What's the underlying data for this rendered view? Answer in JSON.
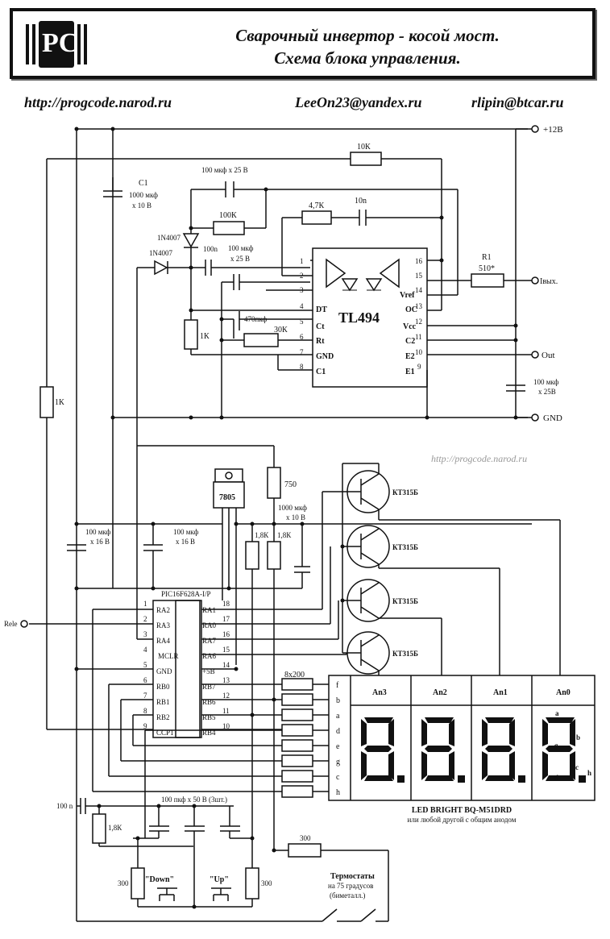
{
  "header": {
    "logo_text": "PC",
    "title_line1": "Сварочный инвертор - косой мост.",
    "title_line2": "Схема блока управления."
  },
  "links": {
    "site": "http://progcode.narod.ru",
    "email1": "LeeOn23@yandex.ru",
    "email2": "rlipin@btcar.ru",
    "watermark": "http://progcode.narod.ru"
  },
  "terminals": {
    "vcc": "+12В",
    "iout": "Iвых.",
    "out": "Out",
    "gnd": "GND",
    "rele": "Rele"
  },
  "tl494": {
    "name": "TL494",
    "pins_left": [
      "1",
      "2",
      "3",
      "4",
      "5",
      "6",
      "7",
      "8"
    ],
    "pins_right": [
      "16",
      "15",
      "14",
      "13",
      "12",
      "11",
      "10",
      "9"
    ],
    "labels_left": [
      "DT",
      "Ct",
      "Rt",
      "GND",
      "C1"
    ],
    "labels_right": [
      "Vref",
      "OC",
      "Vcc",
      "C2",
      "E2",
      "E1"
    ]
  },
  "components": {
    "r10k": "10К",
    "c1_name": "C1",
    "c1_value": "1000 мкф",
    "c1_voltage": "x 10 В",
    "c_100u_25_top": "100 мкф x 25 В",
    "r47k": "4,7К",
    "c10n": "10n",
    "r100k": "100К",
    "d1": "1N4007",
    "d2": "1N4007",
    "c100n": "100n",
    "c_100u_25_mid": "100 мкф",
    "c_100u_25_mid_v": "x 25 В",
    "r1_name": "R1",
    "r1_value": "510*",
    "c470p": "470пкф",
    "r30k": "30К",
    "r1k_a": "1К",
    "c_100u_25_right": "100 мкф",
    "c_100u_25_right_v": "x 25В",
    "r1k_b": "1К",
    "reg": "7805",
    "r750": "750",
    "c_1000u_10": "1000 мкф",
    "c_1000u_10_v": "x 10 В",
    "c_100u_16_a": "100 мкф",
    "c_100u_16_a_v": "x 16 В",
    "c_100u_16_b": "100 мкф",
    "c_100u_16_b_v": "x 16 В",
    "r18k_a": "1,8К",
    "r18k_b": "1,8К",
    "r18k_c": "1,8К",
    "transistor": "КТ315Б",
    "r8x200": "8x200",
    "c100n_b": "100 n",
    "c_100p_50": "100 пкф x 50 В (3шт.)",
    "r300_a": "300",
    "r300_b": "300",
    "r300_c": "300",
    "btn_down": "\"Down\"",
    "btn_up": "\"Up\"",
    "thermo1": "Термостаты",
    "thermo2": "на 75 градусов",
    "thermo3": "(биметалл.)"
  },
  "pic": {
    "name": "PIC16F628A-I/P",
    "pins_left": [
      "1",
      "2",
      "3",
      "4",
      "5",
      "6",
      "7",
      "8",
      "9"
    ],
    "labels_left": [
      "RA2",
      "RA3",
      "RA4",
      "MCLR",
      "GND",
      "RB0",
      "RB1",
      "RB2",
      "CCP1"
    ],
    "pins_right": [
      "18",
      "17",
      "16",
      "15",
      "14",
      "13",
      "12",
      "11",
      "10"
    ],
    "labels_right": [
      "RA1",
      "RA0",
      "RA7",
      "RA6",
      "+5В",
      "RB7",
      "RB6",
      "RB5",
      "RB4"
    ]
  },
  "display": {
    "anodes": [
      "An3",
      "An2",
      "An1",
      "An0"
    ],
    "seg_rows": [
      "f",
      "b",
      "a",
      "d",
      "e",
      "g",
      "c",
      "h"
    ],
    "seg_labels": [
      "a",
      "b",
      "c",
      "d",
      "e",
      "f",
      "g",
      "h"
    ],
    "name": "LED BRIGHT BQ-M51DRD",
    "note": "или любой другой с общим анодом"
  }
}
